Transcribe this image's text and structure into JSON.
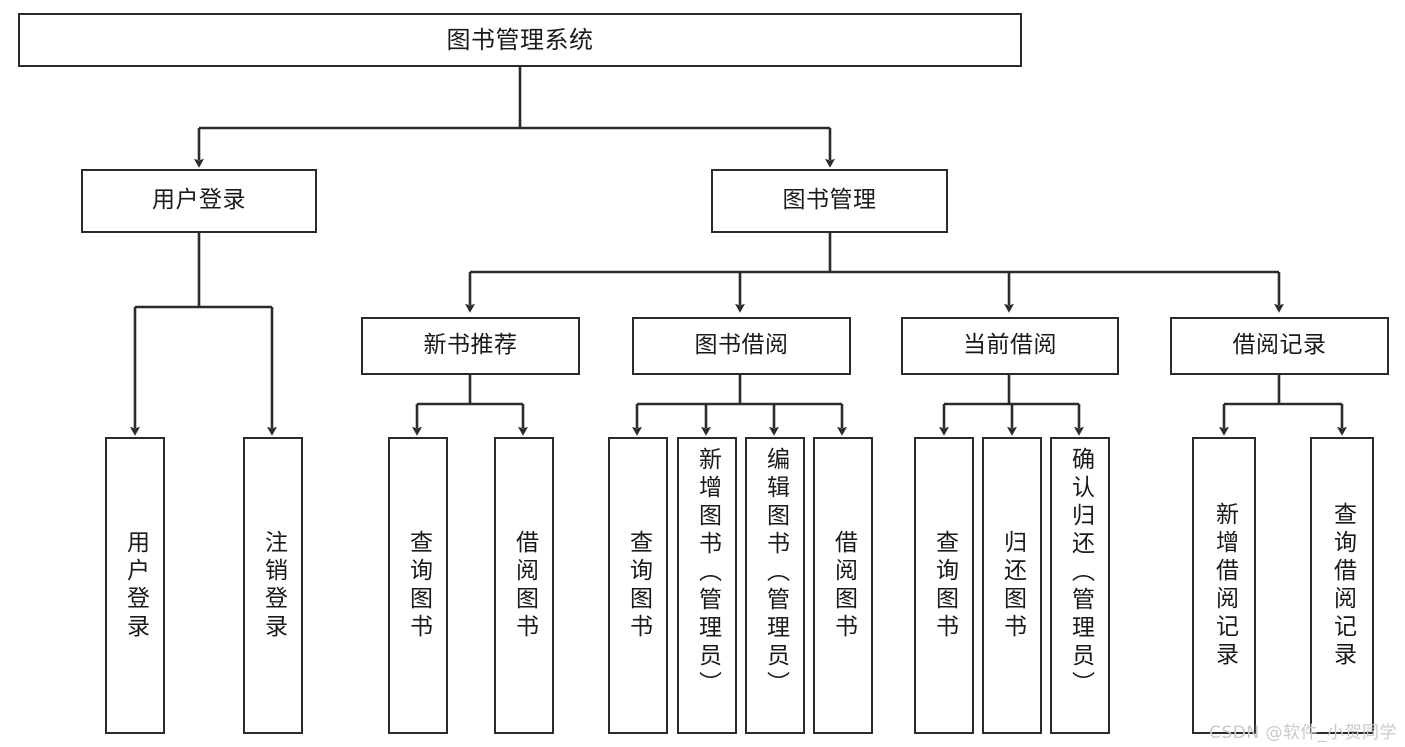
{
  "diagram": {
    "title": "图书管理系统",
    "type": "tree-flowchart",
    "stroke_color": "#2b2b2b",
    "fill_color": "#ffffff",
    "background": "#ffffff",
    "watermark": "CSDN @软件_小贺同学",
    "nodes": {
      "root": {
        "label": "图书管理系统"
      },
      "level2": [
        {
          "id": "user-login",
          "label": "用户登录"
        },
        {
          "id": "book-manage",
          "label": "图书管理"
        }
      ],
      "level3": [
        {
          "id": "new-book-recommend",
          "label": "新书推荐"
        },
        {
          "id": "book-borrow",
          "label": "图书借阅"
        },
        {
          "id": "current-borrow",
          "label": "当前借阅"
        },
        {
          "id": "borrow-record",
          "label": "借阅记录"
        }
      ],
      "leaves": {
        "user_login": [
          {
            "id": "leaf-user-login",
            "label": "用户登录"
          },
          {
            "id": "leaf-logout-login",
            "label": "注销登录"
          }
        ],
        "new_book_recommend": [
          {
            "id": "leaf-query-book-1",
            "label": "查询图书"
          },
          {
            "id": "leaf-borrow-book-1",
            "label": "借阅图书"
          }
        ],
        "book_borrow": [
          {
            "id": "leaf-query-book-2",
            "label": "查询图书"
          },
          {
            "id": "leaf-add-book",
            "label": "新增图书（管理员）"
          },
          {
            "id": "leaf-edit-book",
            "label": "编辑图书（管理员）"
          },
          {
            "id": "leaf-borrow-book-2",
            "label": "借阅图书"
          }
        ],
        "current_borrow": [
          {
            "id": "leaf-query-book-3",
            "label": "查询图书"
          },
          {
            "id": "leaf-return-book",
            "label": "归还图书"
          },
          {
            "id": "leaf-confirm-return",
            "label": "确认归还（管理员）"
          }
        ],
        "borrow_record": [
          {
            "id": "leaf-add-record",
            "label": "新增借阅记录"
          },
          {
            "id": "leaf-query-record",
            "label": "查询借阅记录"
          }
        ]
      }
    }
  }
}
